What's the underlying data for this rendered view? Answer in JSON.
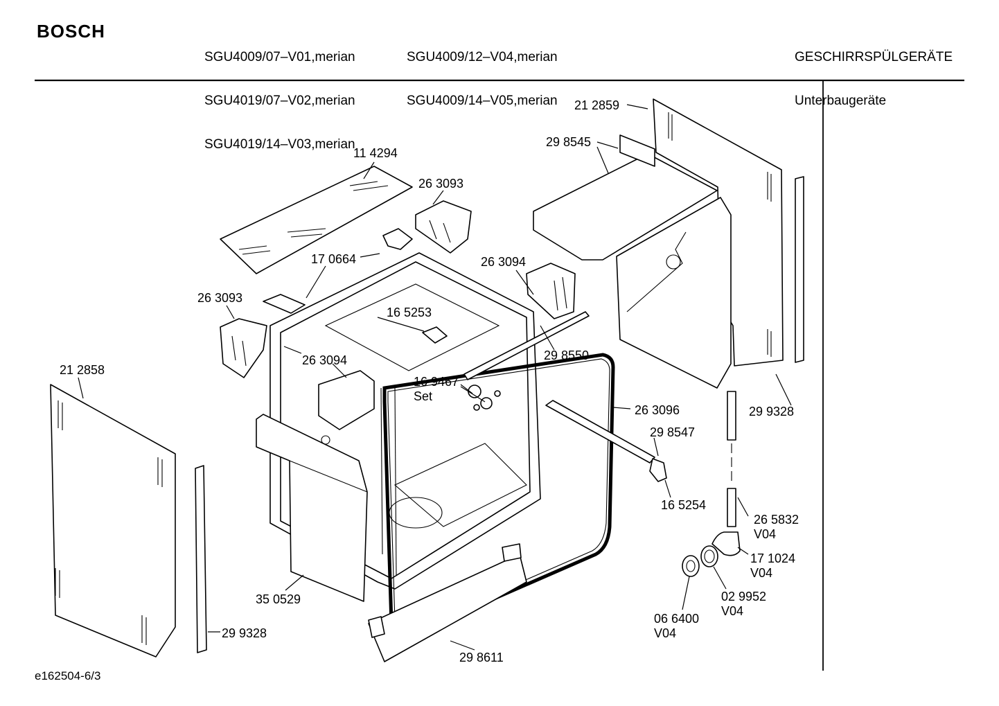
{
  "header": {
    "brand": "BOSCH",
    "models_col1": [
      "SGU4009/07–V01,merian",
      "SGU4019/07–V02,merian",
      "SGU4019/14–V03,merian"
    ],
    "models_col2": [
      "SGU4009/12–V04,merian",
      "SGU4009/14–V05,merian"
    ],
    "category": [
      "GESCHIRRSPÜLGERÄTE",
      "Unterbaugeräte"
    ]
  },
  "parts": [
    {
      "id": "p-212859",
      "text": "21 2859"
    },
    {
      "id": "p-298545",
      "text": "29 8545"
    },
    {
      "id": "p-114294",
      "text": "11 4294"
    },
    {
      "id": "p-263093a",
      "text": "26 3093"
    },
    {
      "id": "p-170664",
      "text": "17 0664"
    },
    {
      "id": "p-263094a",
      "text": "26 3094"
    },
    {
      "id": "p-263093b",
      "text": "26 3093"
    },
    {
      "id": "p-165253",
      "text": "16 5253"
    },
    {
      "id": "p-298550",
      "text": "29 8550"
    },
    {
      "id": "p-263094b",
      "text": "26 3094"
    },
    {
      "id": "p-212858",
      "text": "21 2858"
    },
    {
      "id": "p-169467",
      "text": "16 9467"
    },
    {
      "id": "p-set",
      "text": "Set"
    },
    {
      "id": "p-263096",
      "text": "26 3096"
    },
    {
      "id": "p-299328a",
      "text": "29 9328"
    },
    {
      "id": "p-298547",
      "text": "29 8547"
    },
    {
      "id": "p-165254",
      "text": "16 5254"
    },
    {
      "id": "p-265832",
      "text": "26 5832"
    },
    {
      "id": "p-v04a",
      "text": "V04"
    },
    {
      "id": "p-171024",
      "text": "17 1024"
    },
    {
      "id": "p-v04b",
      "text": "V04"
    },
    {
      "id": "p-029952",
      "text": "02 9952"
    },
    {
      "id": "p-v04c",
      "text": "V04"
    },
    {
      "id": "p-350529",
      "text": "35 0529"
    },
    {
      "id": "p-066400",
      "text": "06 6400"
    },
    {
      "id": "p-v04d",
      "text": "V04"
    },
    {
      "id": "p-299328b",
      "text": "29 9328"
    },
    {
      "id": "p-298611",
      "text": "29 8611"
    }
  ],
  "footer": {
    "code": "e162504-6/3"
  }
}
